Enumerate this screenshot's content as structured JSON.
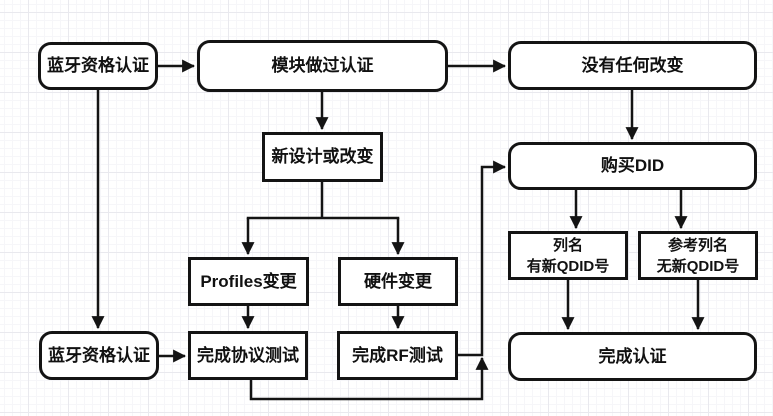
{
  "flowchart": {
    "title": "Bluetooth qualification flowchart",
    "stroke_color": "#141414",
    "node_fill": "#ffffff",
    "grid_major_color": "#e9e9ee",
    "grid_minor_color": "#f6f6f9",
    "nodes": [
      {
        "id": "bt-qual-top",
        "label": "蓝牙资格认证",
        "shape": "rounded"
      },
      {
        "id": "module-certified",
        "label": "模块做过认证",
        "shape": "rounded"
      },
      {
        "id": "no-changes",
        "label": "没有任何改变",
        "shape": "rounded"
      },
      {
        "id": "new-design-or-change",
        "label": "新设计或改变",
        "shape": "rect"
      },
      {
        "id": "buy-did",
        "label": "购买DID",
        "shape": "rounded"
      },
      {
        "id": "profiles-change",
        "label": "Profiles变更",
        "shape": "rect"
      },
      {
        "id": "hardware-change",
        "label": "硬件变更",
        "shape": "rect"
      },
      {
        "id": "listed-new-qdid",
        "label": "列名\n有新QDID号",
        "shape": "rect"
      },
      {
        "id": "ref-listed-no-qdid",
        "label": "参考列名\n无新QDID号",
        "shape": "rect"
      },
      {
        "id": "bt-qual-bottom",
        "label": "蓝牙资格认证",
        "shape": "rounded"
      },
      {
        "id": "complete-protocol-test",
        "label": "完成协议测试",
        "shape": "rect"
      },
      {
        "id": "complete-rf-test",
        "label": "完成RF测试",
        "shape": "rect"
      },
      {
        "id": "complete-certification",
        "label": "完成认证",
        "shape": "rounded"
      }
    ]
  }
}
